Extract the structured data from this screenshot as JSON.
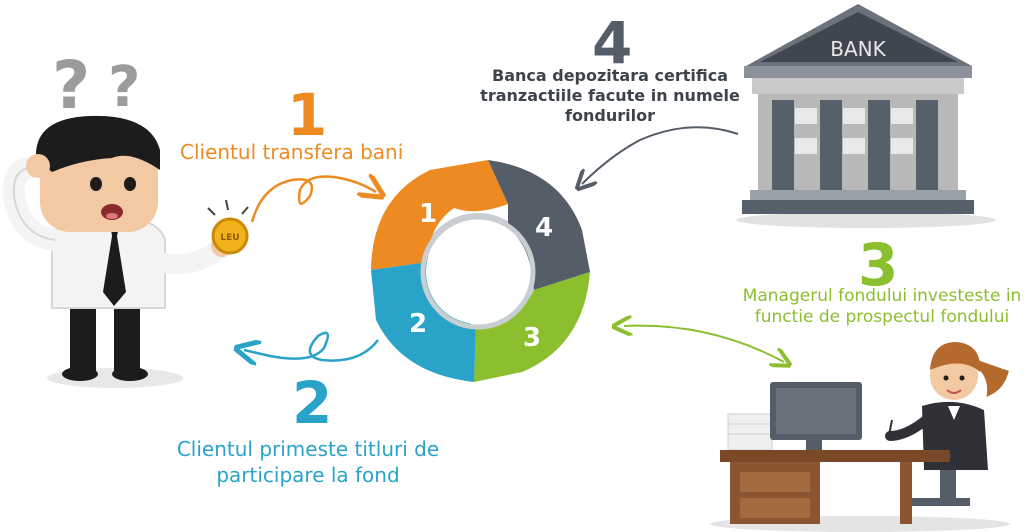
{
  "steps": [
    {
      "number": "1",
      "text": "Clientul transfera bani",
      "color": "#ee8a22"
    },
    {
      "number": "2",
      "text": "Clientul primeste titluri de participare la fond",
      "color": "#2aa3c9"
    },
    {
      "number": "3",
      "text": "Managerul fondului investeste in functie de prospectul fondului",
      "color": "#8cbf2e"
    },
    {
      "number": "4",
      "text": "Banca depozitara certifica tranzactiile facute in numele fondurilor",
      "color": "#555d68"
    }
  ],
  "cycle": {
    "labels": [
      "1",
      "4",
      "3",
      "2"
    ]
  },
  "bank": {
    "sign": "BANK"
  },
  "coin": {
    "label": "LEU"
  },
  "character": {
    "marks": [
      "?",
      "?"
    ]
  }
}
